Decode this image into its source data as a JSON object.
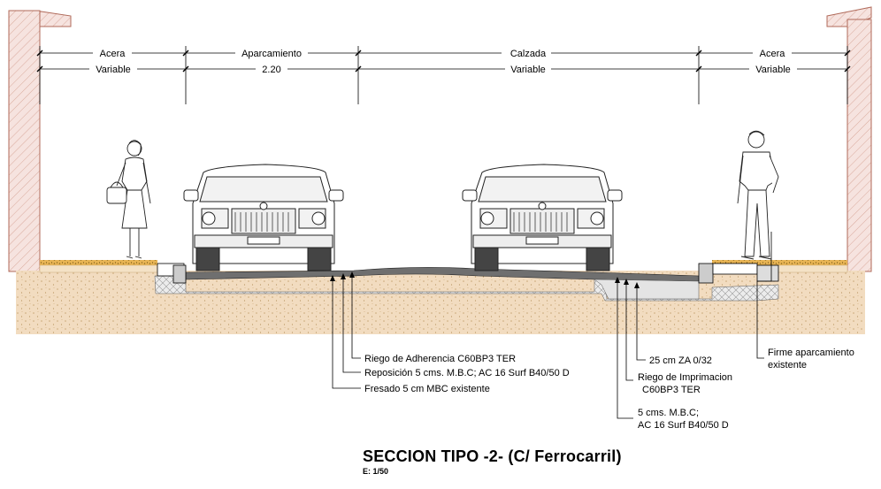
{
  "dimensions": {
    "top_row": [
      "Acera",
      "Aparcamiento",
      "Calzada",
      "Acera"
    ],
    "bottom_row": [
      "Variable",
      "2.20",
      "Variable",
      "Variable"
    ]
  },
  "annotations": {
    "riego_adherencia": "Riego de Adherencia C60BP3 TER",
    "reposicion": "Reposición 5 cms. M.B.C; AC 16 Surf B40/50 D",
    "fresado": "Fresado 5 cm MBC existente",
    "za": "25 cm ZA 0/32",
    "riego_imprimacion_1": "Riego de Imprimacion",
    "riego_imprimacion_2": "C60BP3 TER",
    "mbc_1": "5 cms. M.B.C;",
    "mbc_2": "AC 16 Surf B40/50 D",
    "firme_1": "Firme aparcamiento",
    "firme_2": "existente"
  },
  "title": "SECCION TIPO -2- (C/ Ferrocarril)",
  "scale": "E: 1/50",
  "colors": {
    "wall_fill": "#f6e3df",
    "wall_stroke": "#b06a5a",
    "soil": "#f2dcc0",
    "soil_dot": "#c9a777",
    "asphalt": "#6f6f6f",
    "subbase_hatch": "#9a9a9a",
    "sidewalk_strip": "#e8b454",
    "line": "#000000"
  }
}
